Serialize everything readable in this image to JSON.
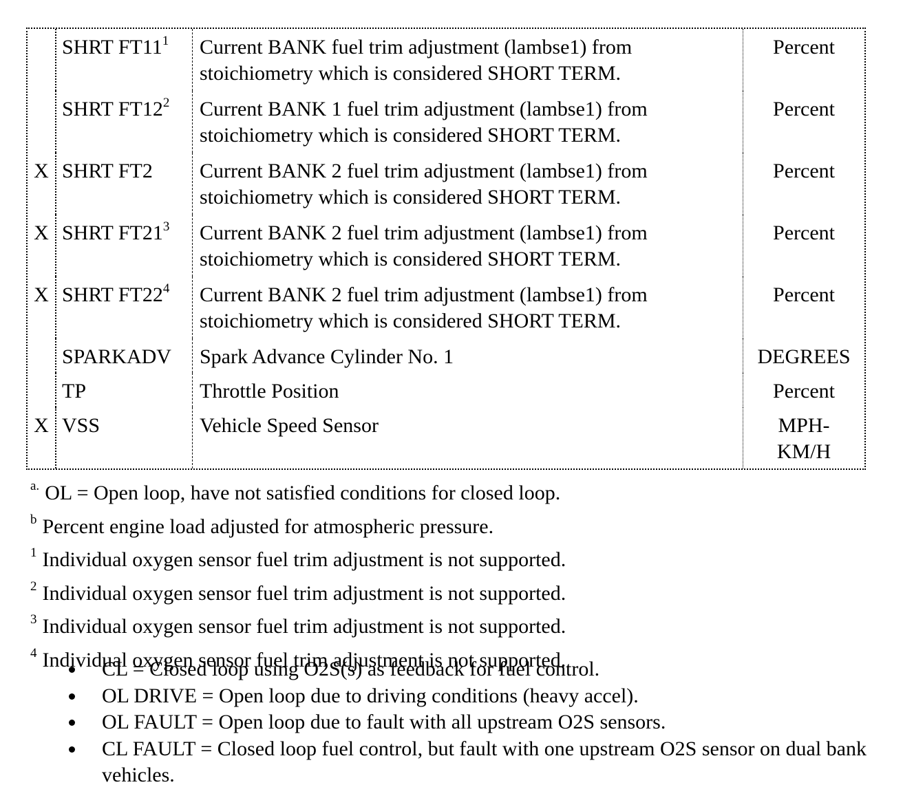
{
  "table": {
    "rows": [
      {
        "x": "",
        "name": "SHRT FT11",
        "sup": "1",
        "desc": "Current BANK fuel trim adjustment (lambse1) from stoichiometry which is considered SHORT TERM.",
        "units": "Percent"
      },
      {
        "x": "",
        "name": "SHRT FT12",
        "sup": "2",
        "desc": "Current BANK 1 fuel trim adjustment (lambse1) from stoichiometry which is considered SHORT TERM.",
        "units": "Percent"
      },
      {
        "x": "X",
        "name": "SHRT FT2",
        "sup": "",
        "desc": "Current BANK 2 fuel trim adjustment (lambse1) from stoichiometry which is considered SHORT TERM.",
        "units": "Percent"
      },
      {
        "x": "X",
        "name": "SHRT FT21",
        "sup": "3",
        "desc": "Current BANK 2 fuel trim adjustment (lambse1) from stoichiometry which is considered SHORT TERM.",
        "units": "Percent"
      },
      {
        "x": "X",
        "name": "SHRT FT22",
        "sup": "4",
        "desc": "Current BANK 2 fuel trim adjustment (lambse1) from stoichiometry which is considered SHORT TERM.",
        "units": "Percent"
      },
      {
        "x": "",
        "name": "SPARKADV",
        "sup": "",
        "desc": "Spark Advance Cylinder No. 1",
        "units": "DEGREES"
      },
      {
        "x": "",
        "name": "TP",
        "sup": "",
        "desc": "Throttle Position",
        "units": "Percent"
      },
      {
        "x": "X",
        "name": "VSS",
        "sup": "",
        "desc": "Vehicle Speed Sensor",
        "units": "MPH-\nKM/H"
      }
    ]
  },
  "footnotes": [
    {
      "marker": "a.",
      "text": "OL = Open loop, have not satisfied conditions for closed loop."
    },
    {
      "marker": "b",
      "text": "Percent engine load adjusted for atmospheric pressure."
    },
    {
      "marker": "1",
      "text": "Individual oxygen sensor fuel trim adjustment is not supported."
    },
    {
      "marker": "2",
      "text": "Individual oxygen sensor fuel trim adjustment is not supported."
    },
    {
      "marker": "3",
      "text": "Individual oxygen sensor fuel trim adjustment is not supported."
    },
    {
      "marker": "4",
      "text": "Individual oxygen sensor fuel trim adjustment is not supported."
    }
  ],
  "legend": [
    {
      "text": "CL = Closed loop using O2S(s) as feedback for fuel control."
    },
    {
      "text": "OL DRIVE = Open loop due to driving conditions (heavy accel)."
    },
    {
      "text": "OL FAULT = Open loop due to fault with all upstream O2S sensors."
    },
    {
      "text": "CL FAULT = Closed loop fuel control, but fault with one upstream O2S sensor on dual bank vehicles."
    }
  ]
}
